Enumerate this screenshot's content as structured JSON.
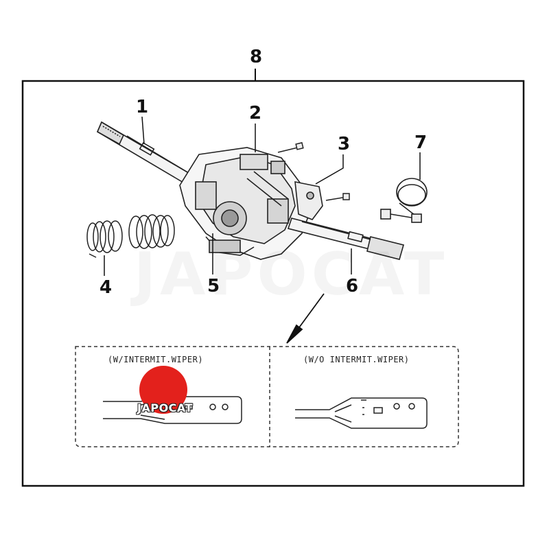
{
  "callouts": {
    "c1": "1",
    "c2": "2",
    "c3": "3",
    "c4": "4",
    "c5": "5",
    "c6": "6",
    "c7": "7",
    "c8": "8"
  },
  "variants": {
    "with_intermit": "(W/INTERMIT.WIPER)",
    "without_intermit": "(W/O  INTERMIT.WIPER)"
  },
  "watermark": "JAPOCAT",
  "logo_text": "JAPOCAT",
  "colors": {
    "line": "#111111",
    "logo": "#e3211c"
  }
}
